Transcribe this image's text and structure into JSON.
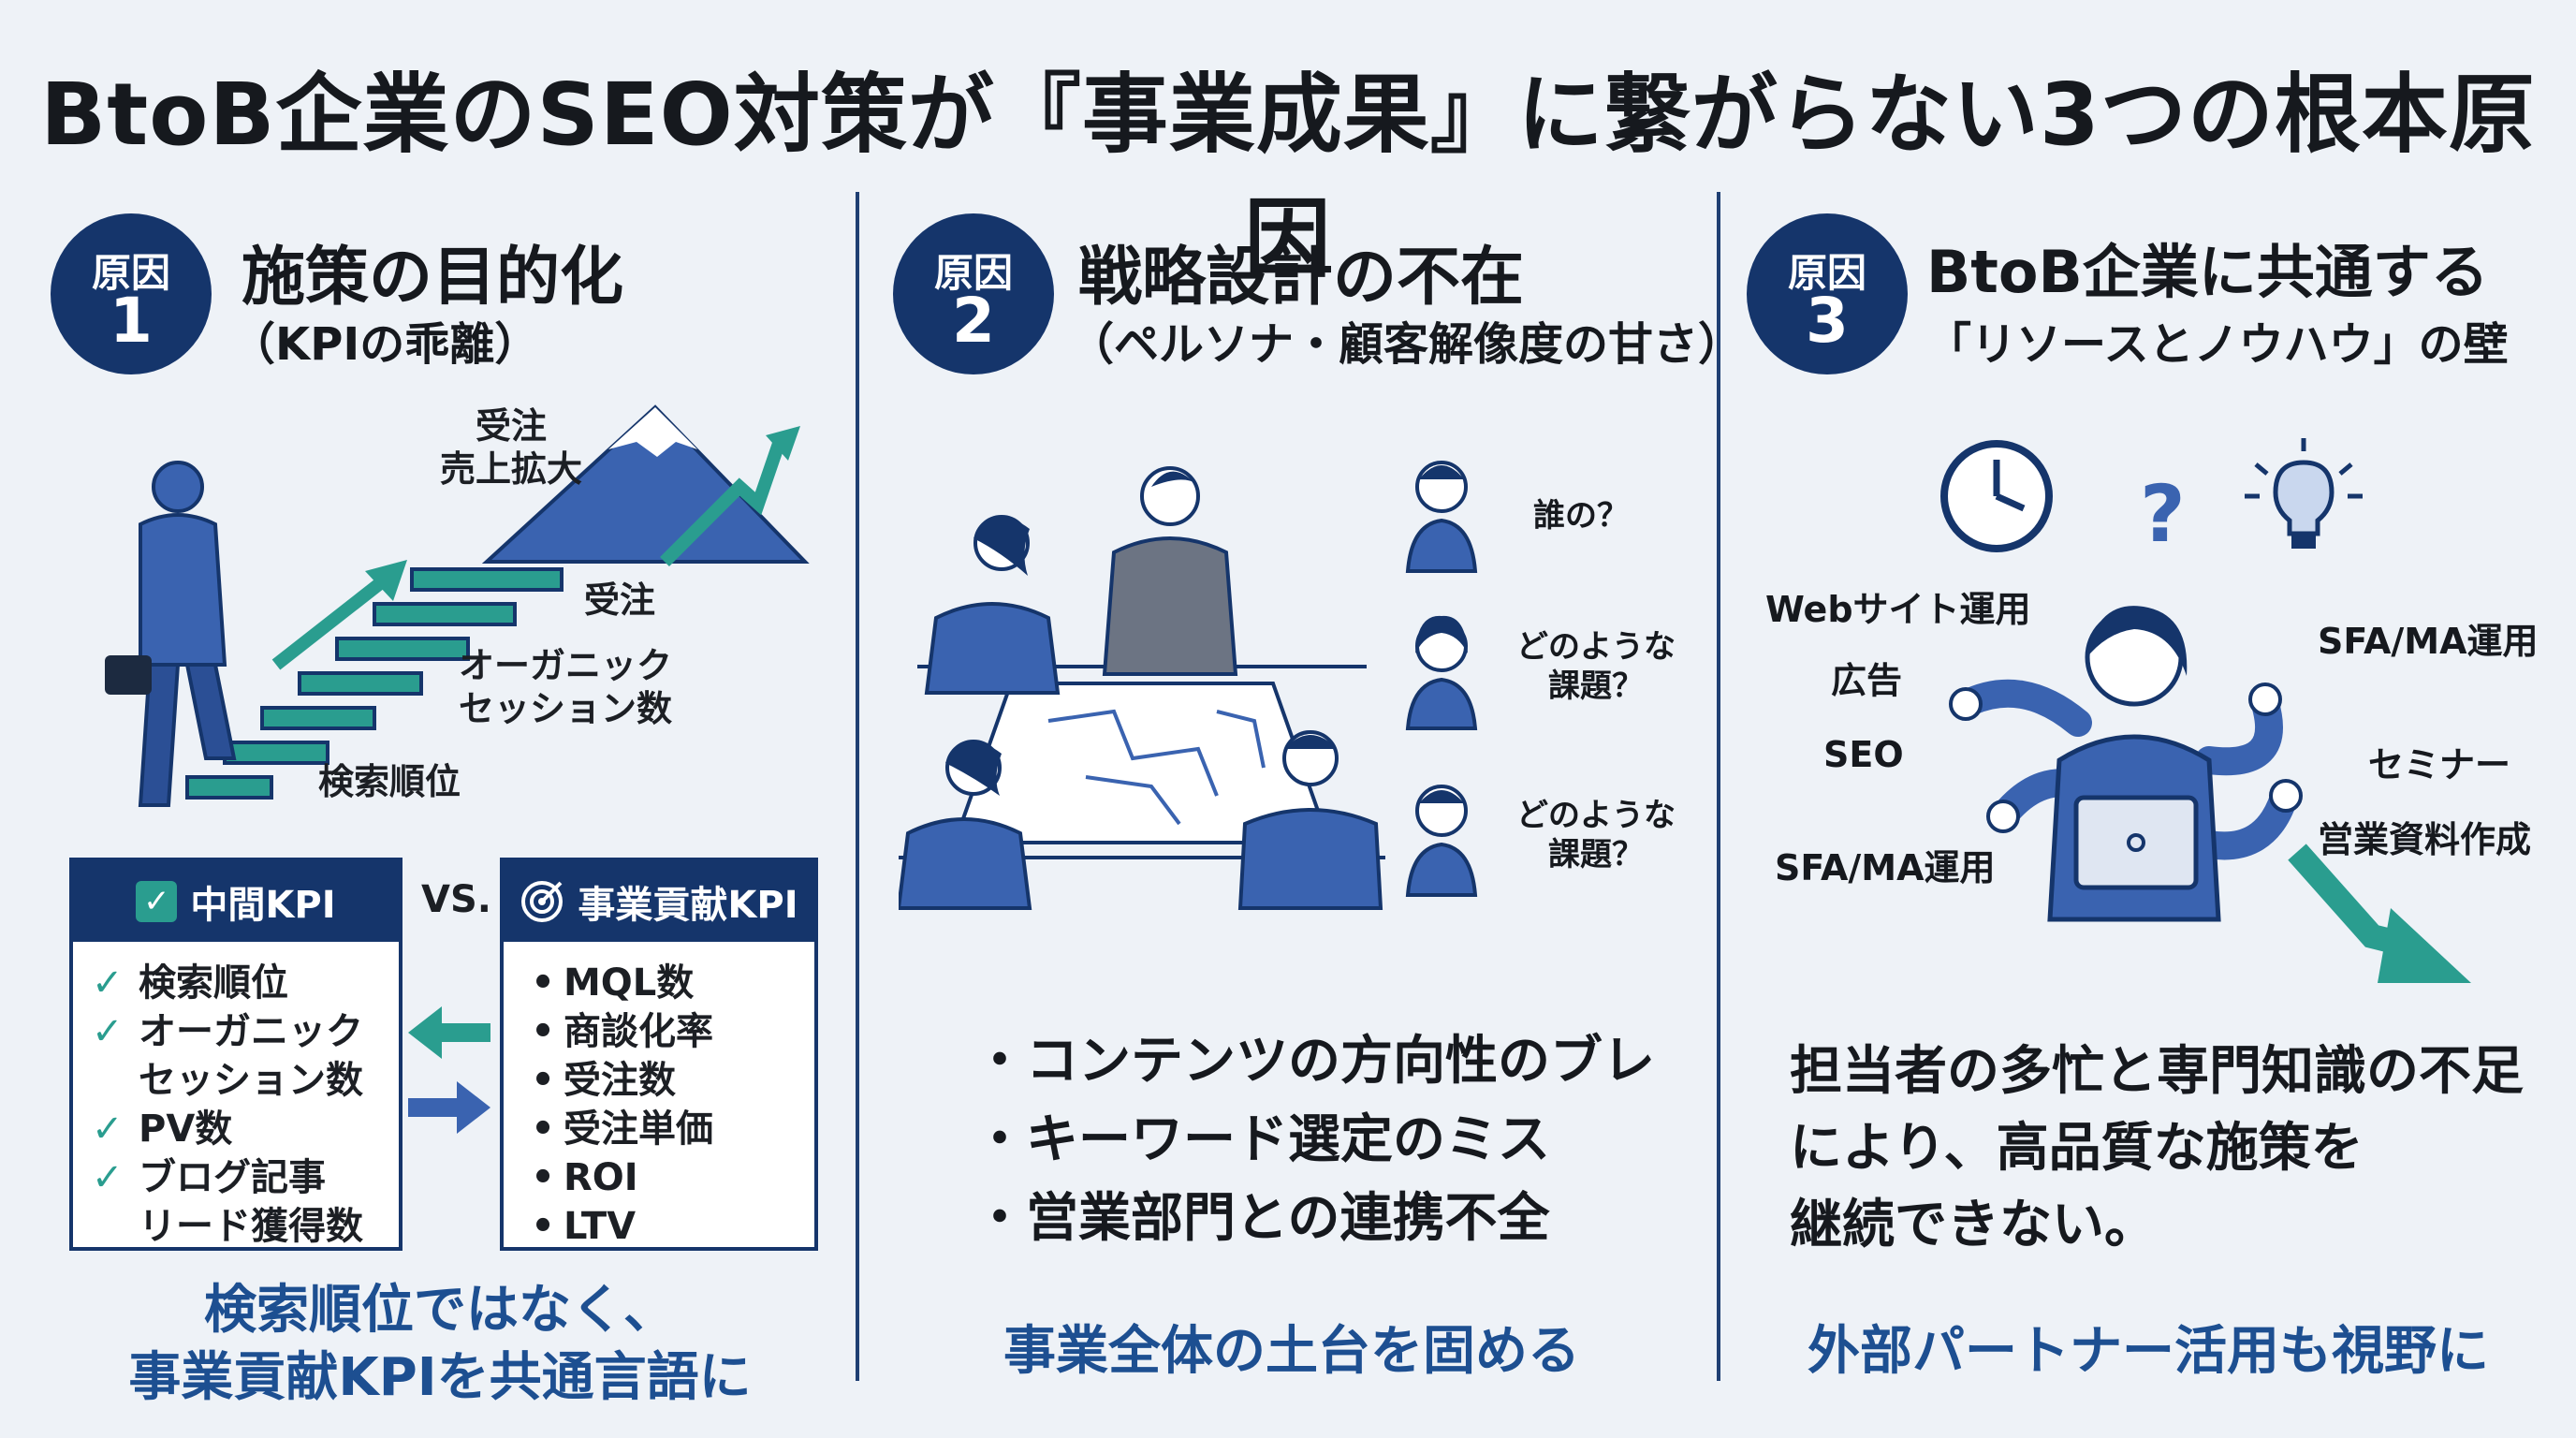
{
  "title": "BtoB企業のSEO対策が『事業成果』に繋がらない3つの根本原因",
  "colors": {
    "navy": "#15356b",
    "blue": "#3a63b0",
    "teal": "#2a9d8f",
    "accent_text": "#1d4f91"
  },
  "columns": [
    {
      "badge_label": "原因",
      "badge_number": "1",
      "heading": "施策の目的化",
      "subheading": "（KPIの乖離）",
      "stair_labels": {
        "top": "受注\n売上拡大",
        "order": "受注",
        "sessions": "オーガニック\nセッション数",
        "rank": "検索順位"
      },
      "middle_kpi": {
        "title": "中間KPI",
        "icon": "checkbox-icon",
        "items": [
          "検索順位",
          "オーガニック\nセッション数",
          "PV数",
          "ブログ記事\nリード獲得数"
        ]
      },
      "vs_label": "VS.",
      "business_kpi": {
        "title": "事業貢献KPI",
        "icon": "target-icon",
        "items": [
          "MQL数",
          "商談化率",
          "受注数",
          "受注単価",
          "ROI",
          "LTV"
        ]
      },
      "conclusion": "検索順位ではなく、\n事業貢献KPIを共通言語に"
    },
    {
      "badge_label": "原因",
      "badge_number": "2",
      "heading": "戦略設計の不在",
      "subheading": "（ペルソナ・顧客解像度の甘さ）",
      "persona_questions": [
        "誰の？",
        "どのような\n課題？",
        "どのような\n課題？"
      ],
      "bullets": [
        "・コンテンツの方向性のブレ",
        "・キーワード選定のミス",
        "・営業部門との連携不全"
      ],
      "conclusion": "事業全体の土台を固める"
    },
    {
      "badge_label": "原因",
      "badge_number": "3",
      "heading": "BtoB企業に共通する",
      "subheading": "「リソースとノウハウ」の壁",
      "tasks": [
        "Webサイト運用",
        "広告",
        "SEO",
        "SFA/MA運用",
        "SFA/MA運用",
        "セミナー",
        "営業資料作成"
      ],
      "description": "担当者の多忙と専門知識の不足\nにより、高品質な施策を\n継続できない。",
      "conclusion": "外部パートナー活用も視野に"
    }
  ]
}
